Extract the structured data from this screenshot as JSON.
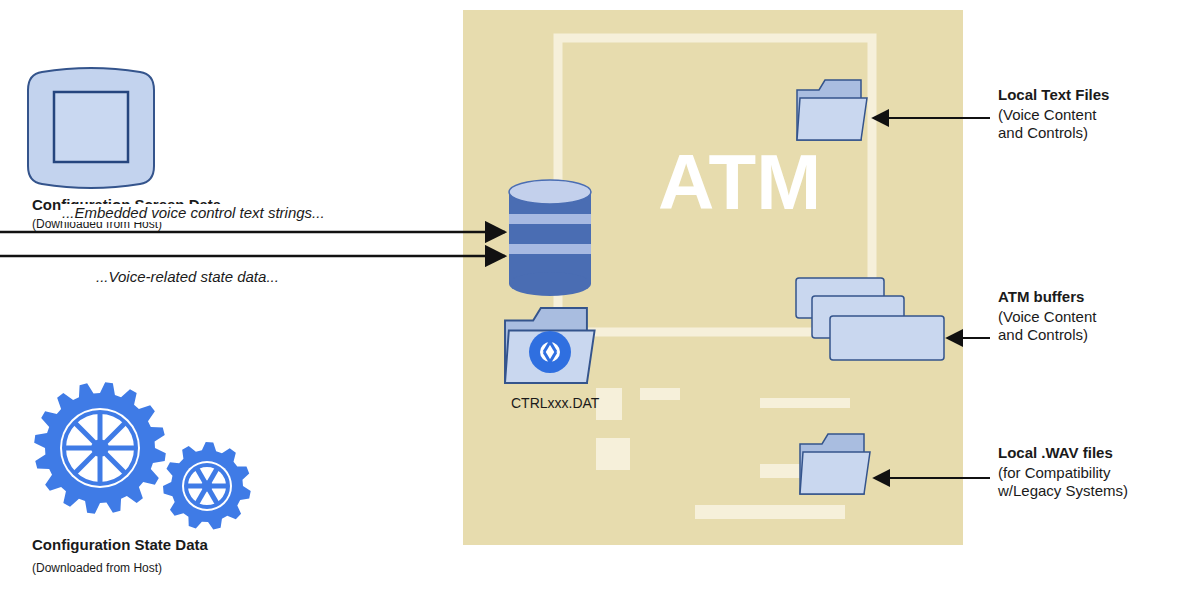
{
  "diagram": {
    "nodes": [
      {
        "text": [
          "Configuration Screen Data",
          "(Downloaded from Host)"
        ]
      },
      {
        "text": [
          "Configuration State Data",
          "(Downloaded from Host)"
        ]
      },
      {
        "text": [
          "ATM"
        ]
      },
      {
        "text": [
          "CTRLxxx.DAT"
        ],
        "in": 2
      }
    ],
    "labels": [
      "...Embedded voice control text strings...",
      "...Voice-related state data...",
      "Local Text Files",
      "(Voice Content and Controls)",
      "ATM buffers",
      "(Voice Content and Controls)",
      "Local .WAV files",
      "(for Compatibility w/Legacy Systems)"
    ]
  }
}
